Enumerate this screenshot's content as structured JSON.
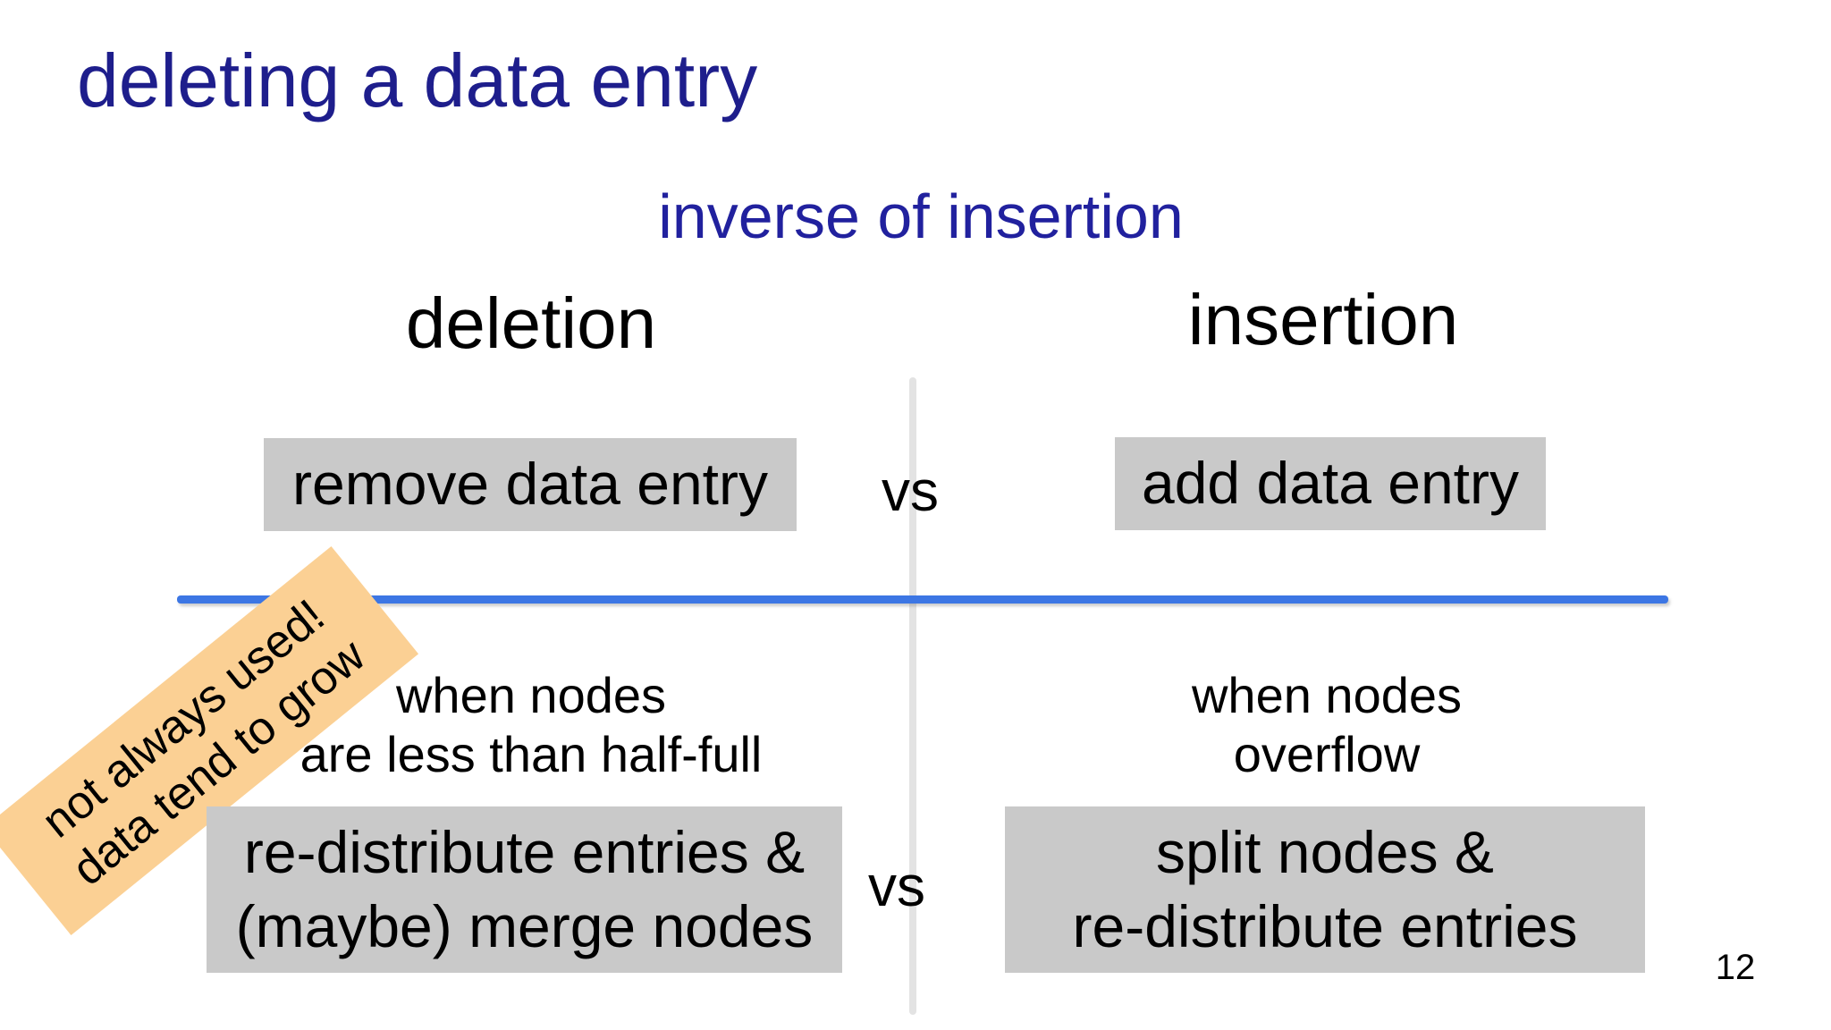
{
  "slide": {
    "title": "deleting a data entry",
    "subtitle": "inverse of insertion",
    "page_number": "12",
    "colors": {
      "title_navy": "#1e1e8c",
      "subtitle_blue": "#21219e",
      "divider_blue": "#3c76e4",
      "vertical_divider_gray": "#e3e3e3",
      "highlight_box_gray": "#c9c9c9",
      "sticky_note_orange": "#fbd094",
      "body_text": "#000000"
    },
    "vs_top": "vs",
    "vs_bottom": "vs",
    "note": {
      "line1": "not always used!",
      "line2": "data tend to grow"
    },
    "columns": {
      "left": {
        "header": "deletion",
        "action_box": "remove data entry",
        "condition_line1": "when nodes",
        "condition_line2": "are less than half-full",
        "result_box_line1": "re-distribute entries &",
        "result_box_line2": "(maybe) merge nodes"
      },
      "right": {
        "header": "insertion",
        "action_box": "add data entry",
        "condition_line1": "when nodes",
        "condition_line2": "overflow",
        "result_box_line1": "split nodes &",
        "result_box_line2": "re-distribute entries"
      }
    }
  }
}
